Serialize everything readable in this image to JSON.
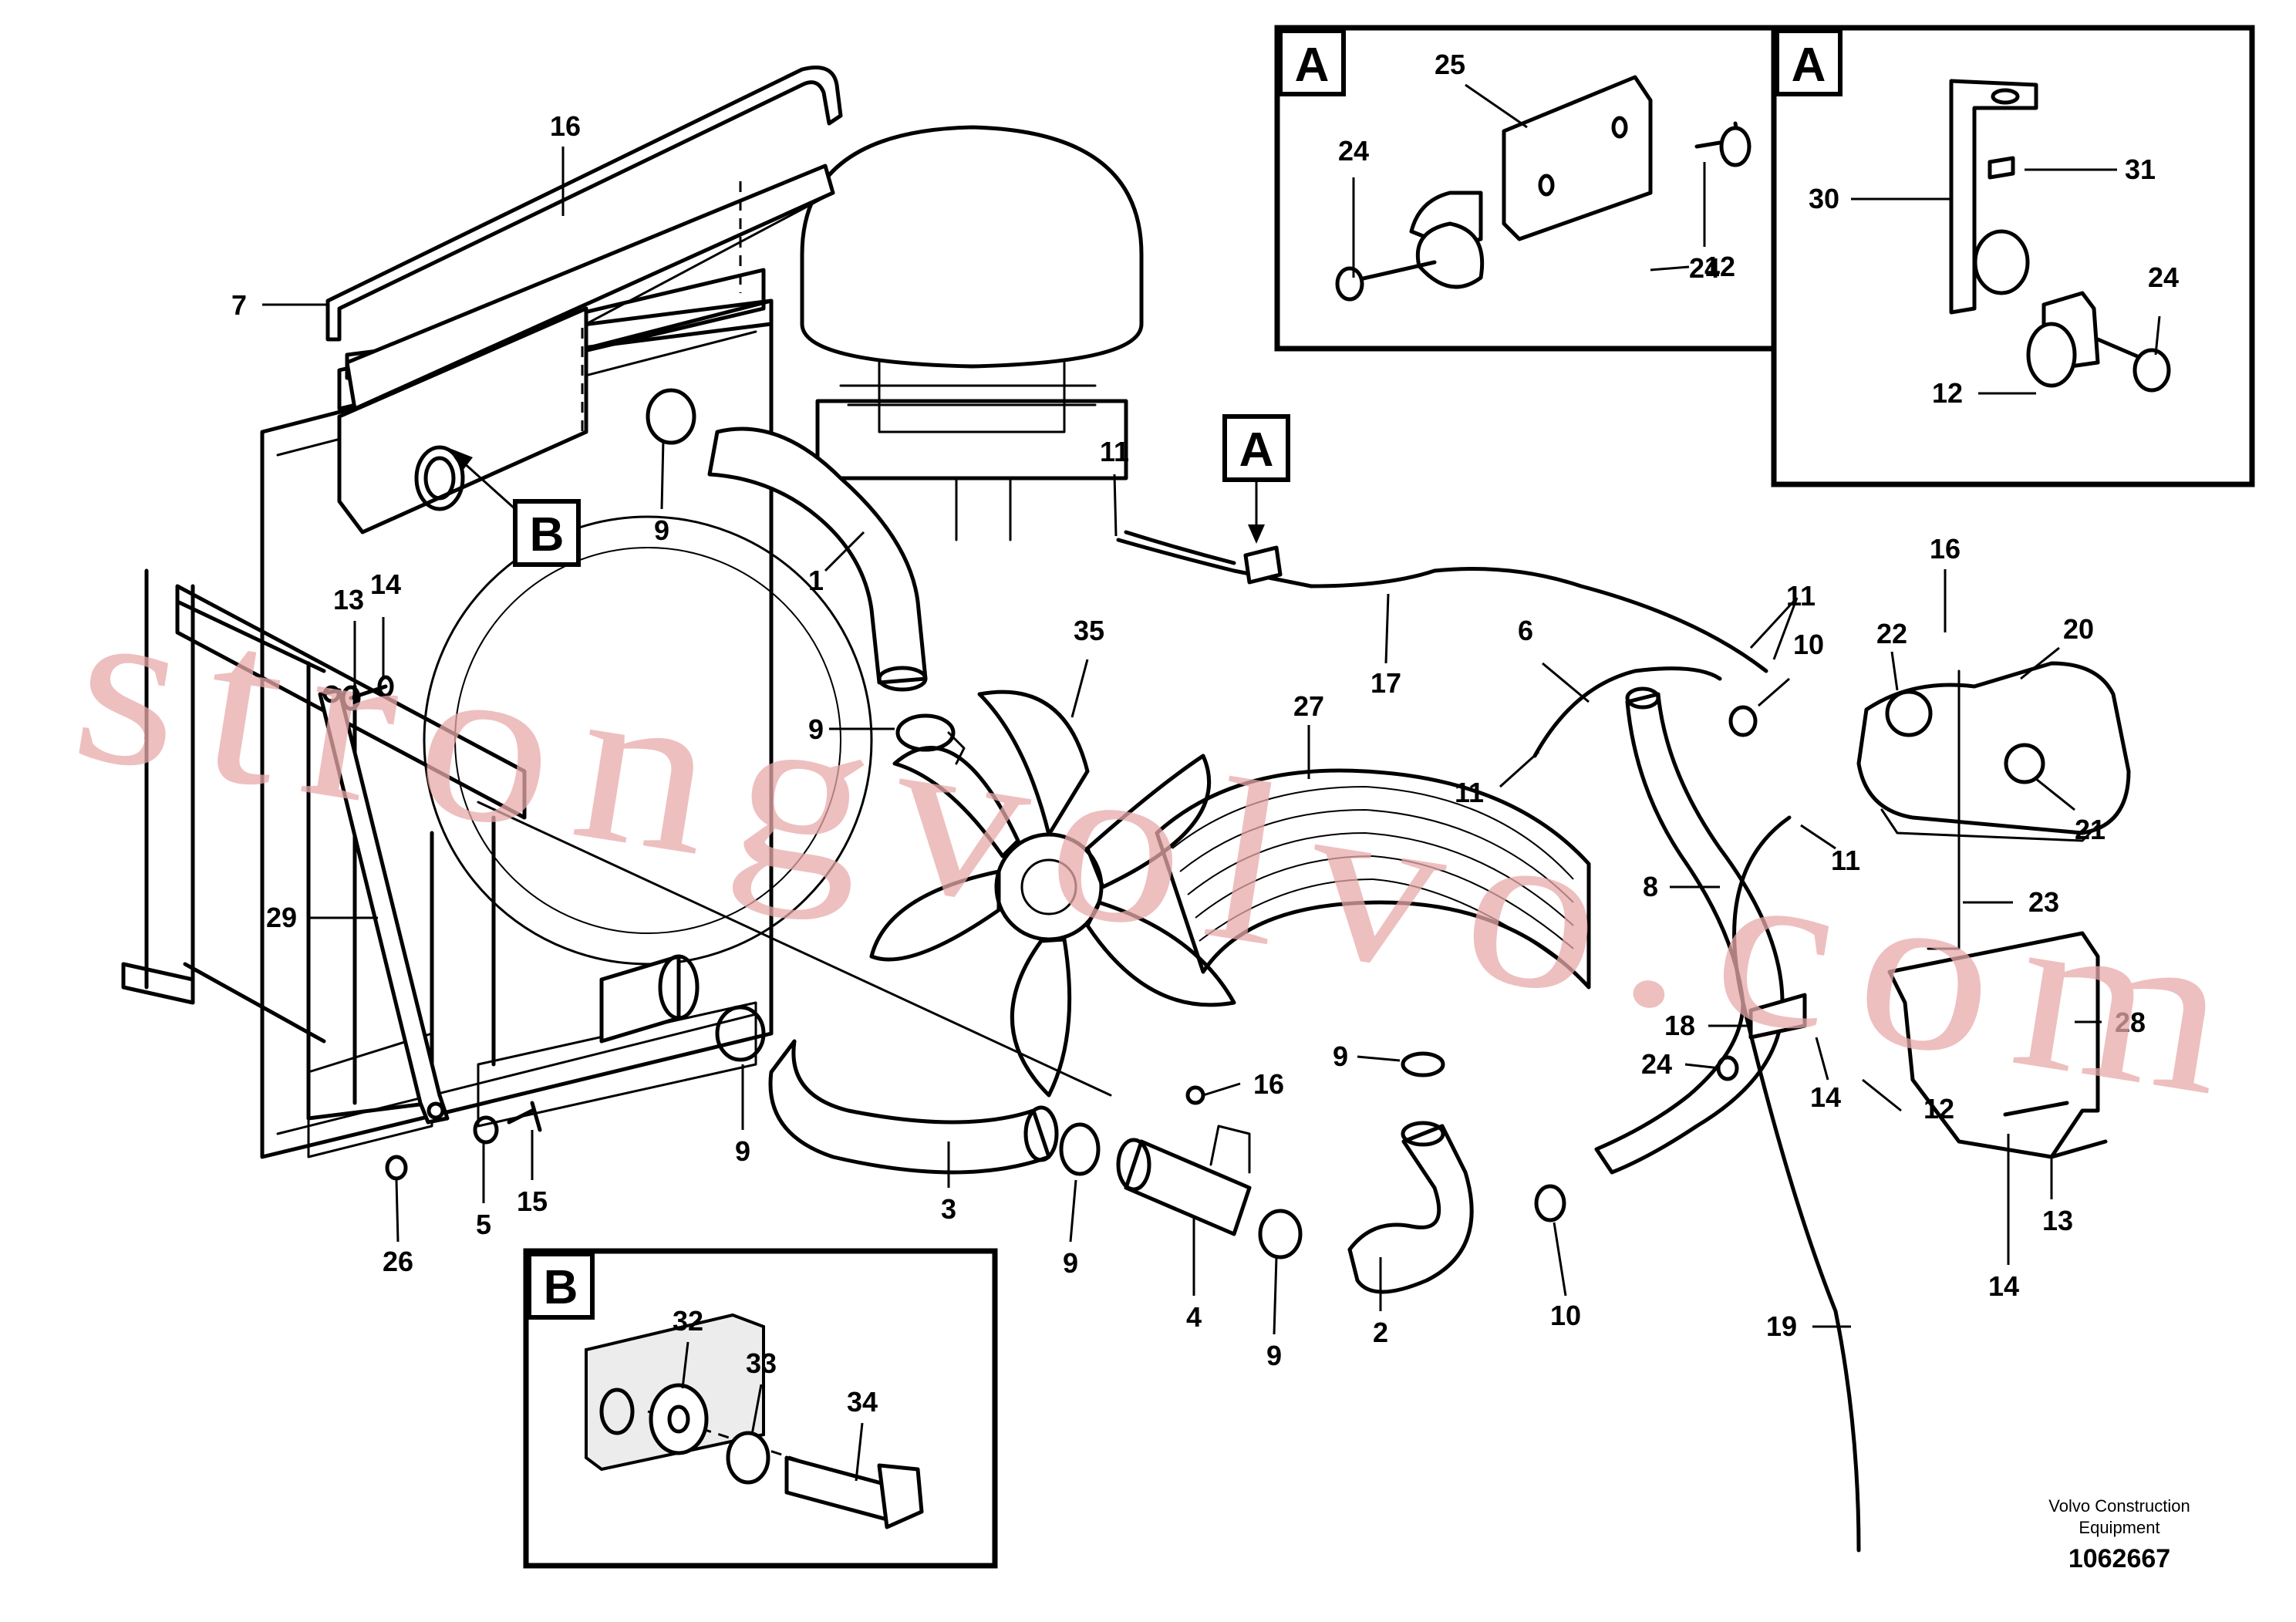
{
  "diagram": {
    "detail_tags": {
      "detail_a_left": "A",
      "detail_a_right": "A",
      "detail_b": "B",
      "ref_a_main": "A",
      "ref_b_main": "B"
    },
    "callouts": {
      "c1": "1",
      "c2": "2",
      "c3": "3",
      "c4": "4",
      "c5": "5",
      "c6": "6",
      "c7": "7",
      "c8": "8",
      "c9_a": "9",
      "c9_b": "9",
      "c9_c": "9",
      "c9_d": "9",
      "c9_e": "9",
      "c9_f": "9",
      "c10_a": "10",
      "c10_b": "10",
      "c11_a": "11",
      "c11_b": "11",
      "c11_c": "11",
      "c11_d": "11",
      "c12_a": "12",
      "c12_b": "12",
      "c12_c": "12",
      "c13_a": "13",
      "c13_b": "13",
      "c14_a": "14",
      "c14_b": "14",
      "c14_c": "14",
      "c15": "15",
      "c16_a": "16",
      "c16_b": "16",
      "c16_c": "16",
      "c17": "17",
      "c18": "18",
      "c19": "19",
      "c20": "20",
      "c21": "21",
      "c22": "22",
      "c23": "23",
      "c24_a": "24",
      "c24_b": "24",
      "c24_c": "24",
      "c24_d": "24",
      "c25": "25",
      "c26": "26",
      "c27": "27",
      "c29": "29",
      "c28": "28",
      "c30": "30",
      "c31": "31",
      "c32": "32",
      "c33": "33",
      "c34": "34",
      "c35": "35"
    },
    "watermark": "strongvolvo.com",
    "brand_line_1": "Volvo Construction",
    "brand_line_2": "Equipment",
    "document_number": "1062667"
  }
}
